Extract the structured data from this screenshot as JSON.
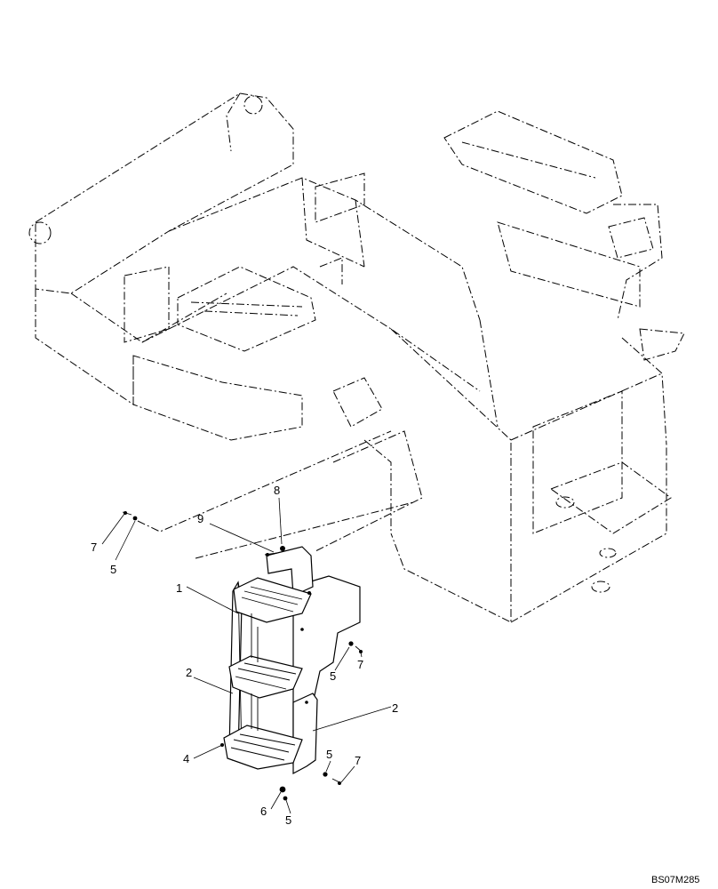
{
  "callouts": [
    {
      "id": "c-7-upper-left",
      "text": "7"
    },
    {
      "id": "c-5-upper-left",
      "text": "5"
    },
    {
      "id": "c-9",
      "text": "9"
    },
    {
      "id": "c-8",
      "text": "8"
    },
    {
      "id": "c-1",
      "text": "1"
    },
    {
      "id": "c-2-left",
      "text": "2"
    },
    {
      "id": "c-2-right",
      "text": "2"
    },
    {
      "id": "c-4",
      "text": "4"
    },
    {
      "id": "c-5-mid-right",
      "text": "5"
    },
    {
      "id": "c-7-mid-right",
      "text": "7"
    },
    {
      "id": "c-5-low-right",
      "text": "5"
    },
    {
      "id": "c-7-low-right",
      "text": "7"
    },
    {
      "id": "c-6",
      "text": "6"
    },
    {
      "id": "c-5-bottom",
      "text": "5"
    }
  ],
  "document_id": "BS07M285"
}
